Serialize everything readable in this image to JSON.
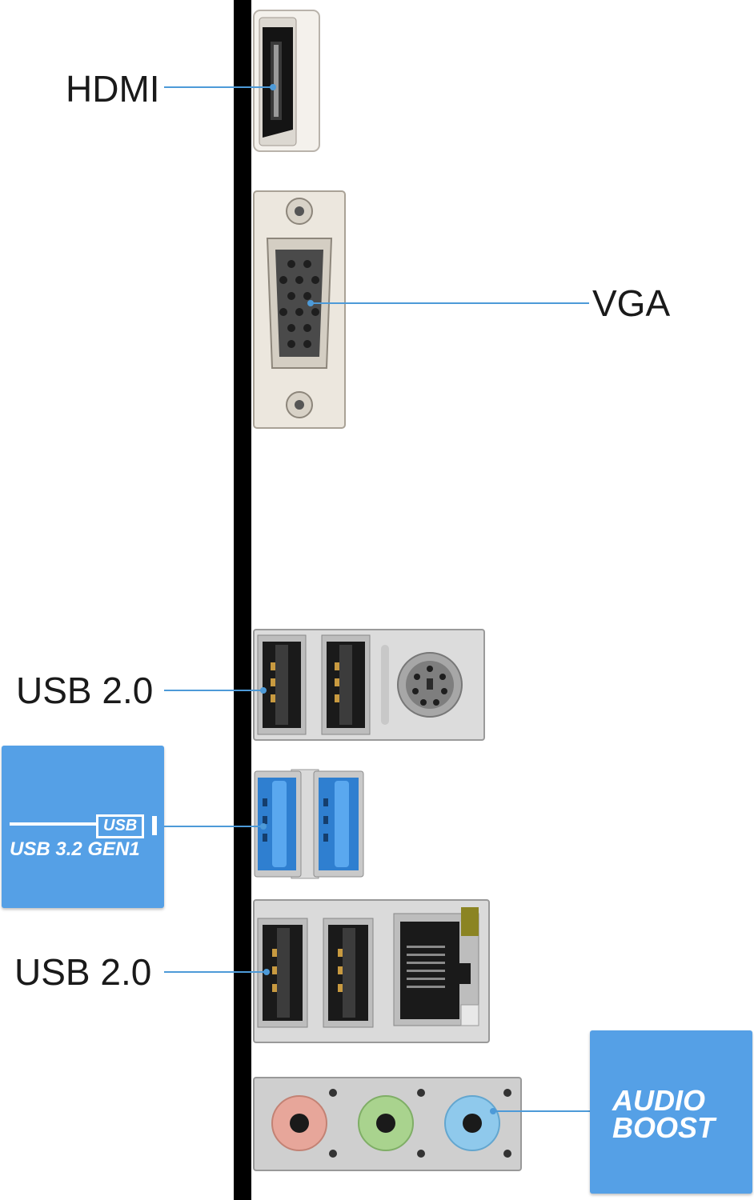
{
  "labels": {
    "hdmi": "HDMI",
    "vga": "VGA",
    "usb2_top": "USB 2.0",
    "usb2_bottom": "USB 2.0"
  },
  "badges": {
    "usb32": {
      "tag": "USB",
      "text": "USB 3.2 GEN1"
    },
    "audio": {
      "line1": "AUDIO",
      "line2": "BOOST"
    }
  },
  "colors": {
    "accent": "#55a0e6",
    "leader": "#4d9ad8",
    "usb3_blue": "#2f7fd0",
    "jack_pink": "#e7a69a",
    "jack_green": "#a9d38e",
    "jack_blue": "#8fc9ec"
  }
}
